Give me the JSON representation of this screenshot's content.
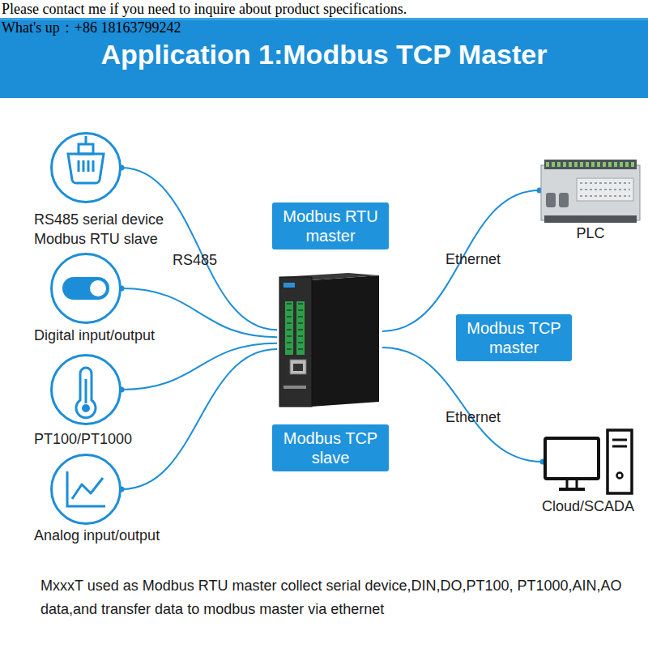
{
  "diagram": {
    "title": "Application 1:Modbus TCP Master",
    "caption": "MxxxT used as Modbus RTU master collect serial device,DIN,DO,PT100, PT1000,AIN,AO data,and transfer data to modbus master via ethernet",
    "nodes": [
      {
        "text": [
          "RS485 serial device Modbus RTU slave"
        ]
      },
      {
        "text": [
          "Digital input/output"
        ]
      },
      {
        "text": [
          "PT100/PT1000"
        ]
      },
      {
        "text": [
          "Analog input/output"
        ]
      },
      {
        "text": [
          "Modbus RTU master"
        ]
      },
      {
        "text": []
      },
      {
        "text": [
          "Modbus TCP slave"
        ]
      },
      {
        "text": [
          "Modbus TCP master"
        ]
      },
      {
        "text": [
          "PLC"
        ]
      },
      {
        "text": [
          "Cloud/SCADA"
        ]
      }
    ],
    "edges": [
      {
        "from": 0,
        "to": 5,
        "arrow": "none",
        "label": "RS485"
      },
      {
        "from": 1,
        "to": 5,
        "arrow": "none"
      },
      {
        "from": 2,
        "to": 5,
        "arrow": "none"
      },
      {
        "from": 3,
        "to": 5,
        "arrow": "none"
      },
      {
        "from": 5,
        "to": 8,
        "arrow": "none",
        "label": "Ethernet"
      },
      {
        "from": 5,
        "to": 9,
        "arrow": "none",
        "label": "Ethernet"
      }
    ],
    "labels": [
      "Please contact me if you need to inquire about product specifications.",
      "What's up：+86 18163799242"
    ]
  }
}
